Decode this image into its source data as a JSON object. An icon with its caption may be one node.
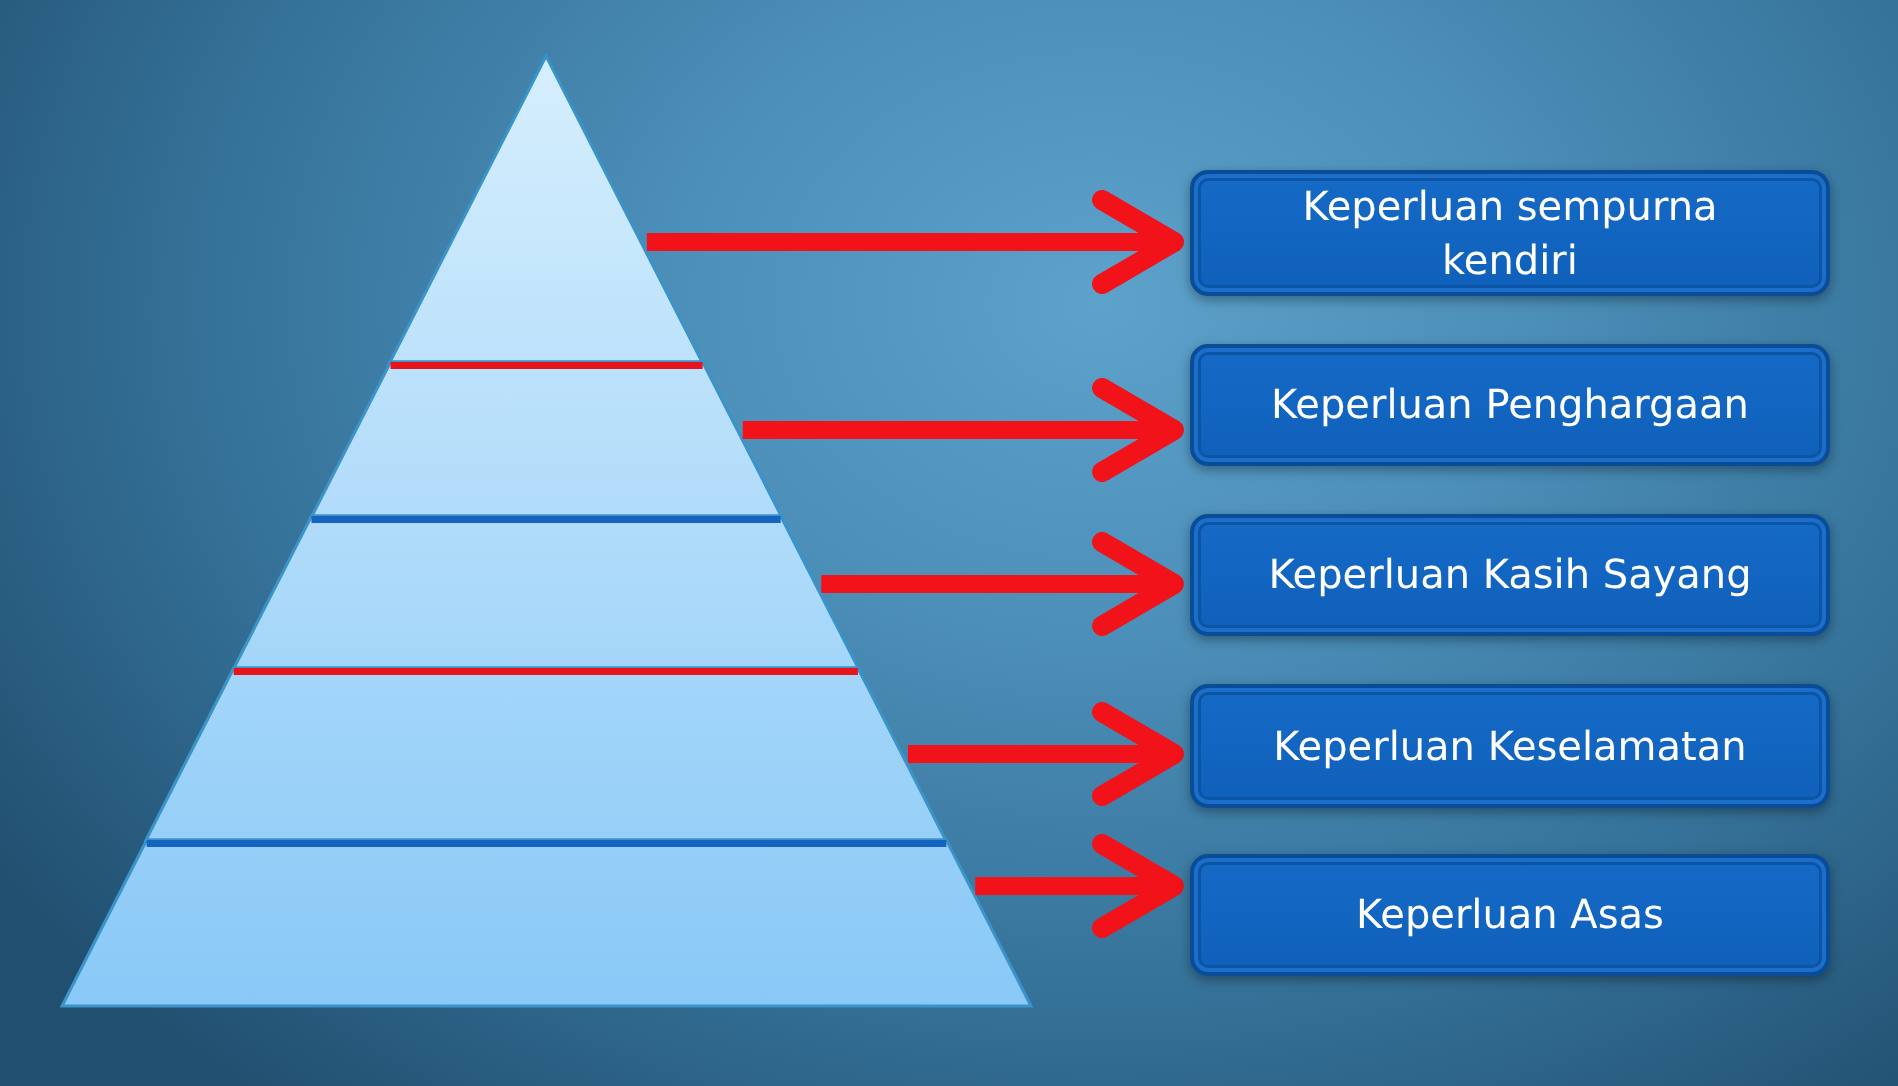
{
  "diagram": {
    "nodes": [
      {
        "text": [],
        "shape": "triangle"
      },
      {
        "text": [],
        "shape": "trapezoid"
      },
      {
        "text": [],
        "shape": "trapezoid"
      },
      {
        "text": [],
        "shape": "trapezoid"
      },
      {
        "text": [],
        "shape": "trapezoid"
      },
      {
        "text": [
          "Keperluan sempurna kendiri"
        ]
      },
      {
        "text": [
          "Keperluan Penghargaan"
        ]
      },
      {
        "text": [
          "Keperluan Kasih Sayang"
        ]
      },
      {
        "text": [
          "Keperluan Keselamatan"
        ]
      },
      {
        "text": [
          "Keperluan Asas"
        ]
      }
    ],
    "edges": [
      {
        "from": 0,
        "to": 5,
        "arrow": "to"
      },
      {
        "from": 1,
        "to": 6,
        "arrow": "to"
      },
      {
        "from": 2,
        "to": 7,
        "arrow": "to"
      },
      {
        "from": 3,
        "to": 8,
        "arrow": "to"
      },
      {
        "from": 4,
        "to": 9,
        "arrow": "to"
      }
    ]
  }
}
